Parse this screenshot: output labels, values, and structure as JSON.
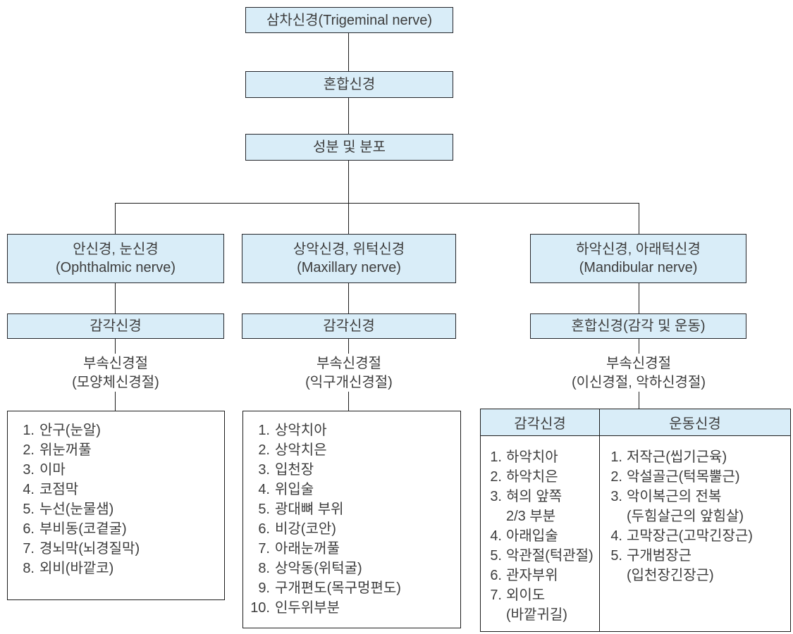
{
  "colors": {
    "box_fill": "#d9edf8",
    "box_border": "#24262b",
    "line": "#1c1c1c",
    "text": "#3d3d3d"
  },
  "flow": {
    "root": "삼차신경(Trigeminal nerve)",
    "level2": "혼합신경",
    "level3": "성분 및 분포"
  },
  "branches": [
    {
      "name": "ophthalmic",
      "title_ko": "안신경, 눈신경",
      "title_en": "(Ophthalmic nerve)",
      "type_label": "감각신경",
      "ganglion_line1": "부속신경절",
      "ganglion_line2": "(모양체신경절)",
      "items": [
        {
          "n": "1.",
          "t": "안구(눈알)"
        },
        {
          "n": "2.",
          "t": "위눈꺼풀"
        },
        {
          "n": "3.",
          "t": "이마"
        },
        {
          "n": "4.",
          "t": "코점막"
        },
        {
          "n": "5.",
          "t": "누선(눈물샘)"
        },
        {
          "n": "6.",
          "t": "부비동(코곁굴)"
        },
        {
          "n": "7.",
          "t": "경뇌막(뇌경질막)"
        },
        {
          "n": "8.",
          "t": "외비(바깥코)"
        }
      ]
    },
    {
      "name": "maxillary",
      "title_ko": "상악신경, 위턱신경",
      "title_en": "(Maxillary nerve)",
      "type_label": "감각신경",
      "ganglion_line1": "부속신경절",
      "ganglion_line2": "(익구개신경절)",
      "items": [
        {
          "n": "1.",
          "t": "상악치아"
        },
        {
          "n": "2.",
          "t": "상악치은"
        },
        {
          "n": "3.",
          "t": "입천장"
        },
        {
          "n": "4.",
          "t": "위입술"
        },
        {
          "n": "5.",
          "t": "광대뼈 부위"
        },
        {
          "n": "6.",
          "t": "비강(코안)"
        },
        {
          "n": "7.",
          "t": "아래눈꺼풀"
        },
        {
          "n": "8.",
          "t": "상악동(위턱굴)"
        },
        {
          "n": "9.",
          "t": "구개편도(목구멍편도)"
        },
        {
          "n": "10.",
          "t": "인두위부분"
        }
      ]
    },
    {
      "name": "mandibular",
      "title_ko": "하악신경, 아래턱신경",
      "title_en": "(Mandibular nerve)",
      "type_label": "혼합신경(감각 및 운동)",
      "ganglion_line1": "부속신경절",
      "ganglion_line2": "(이신경절, 악하신경절)",
      "table": {
        "headers": [
          "감각신경",
          "운동신경"
        ],
        "sensory": [
          {
            "n": "1.",
            "t": "하악치아"
          },
          {
            "n": "2.",
            "t": "하악치은"
          },
          {
            "n": "3.",
            "t": "혀의 앞쪽"
          },
          {
            "n": "",
            "t": "2/3 부분"
          },
          {
            "n": "4.",
            "t": "아래입술"
          },
          {
            "n": "5.",
            "t": "악관절(턱관절)"
          },
          {
            "n": "6.",
            "t": "관자부위"
          },
          {
            "n": "7.",
            "t": "외이도"
          },
          {
            "n": "",
            "t": "(바깥귀길)"
          }
        ],
        "motor": [
          {
            "n": "1.",
            "t": "저작근(씹기근육)"
          },
          {
            "n": "2.",
            "t": "악설골근(턱목뿔근)"
          },
          {
            "n": "3.",
            "t": "악이복근의 전복"
          },
          {
            "n": "",
            "t": "(두힘살근의 앞힘살)"
          },
          {
            "n": "4.",
            "t": "고막장근(고막긴장근)"
          },
          {
            "n": "5.",
            "t": "구개범장근"
          },
          {
            "n": "",
            "t": "(입천장긴장근)"
          }
        ]
      }
    }
  ]
}
